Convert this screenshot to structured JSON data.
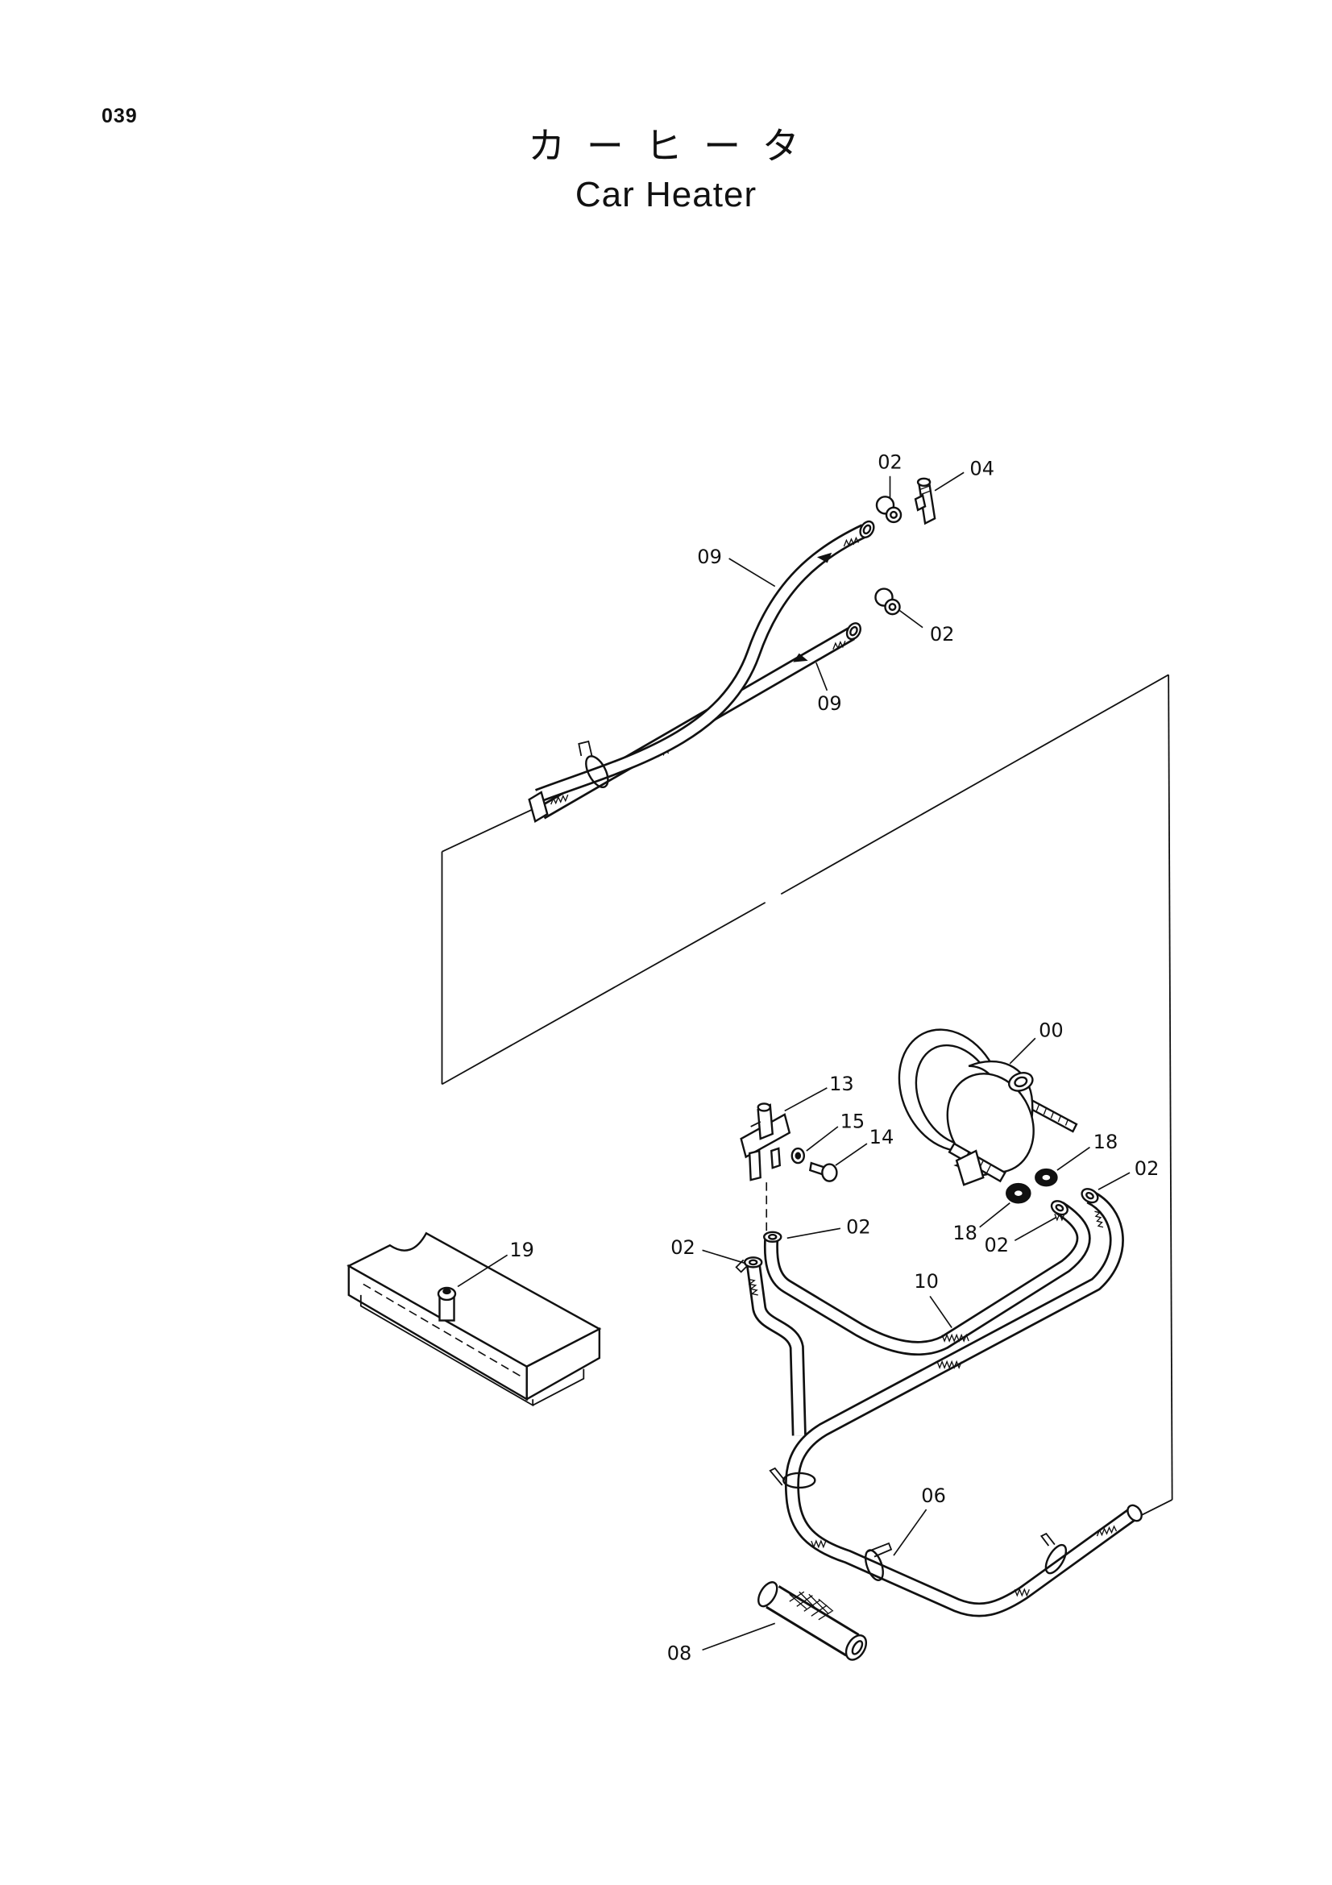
{
  "page_number": "039",
  "title_jp": "カ ー ヒ ー タ",
  "title_en": "Car Heater",
  "callouts": [
    "02",
    "04",
    "09",
    "02",
    "09",
    "00",
    "13",
    "15",
    "14",
    "18",
    "02",
    "18",
    "02",
    "02",
    "02",
    "19",
    "10",
    "06",
    "08"
  ]
}
